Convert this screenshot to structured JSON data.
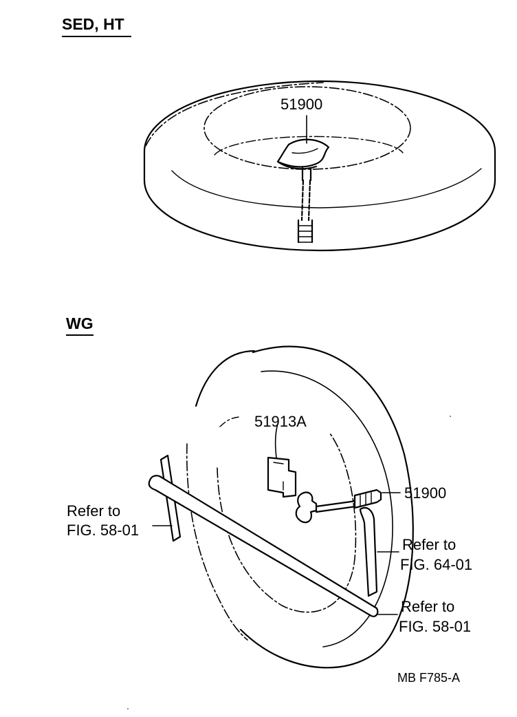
{
  "sections": {
    "top": {
      "title": "SED, HT"
    },
    "bottom": {
      "title": "WG"
    }
  },
  "callouts": {
    "top_part": "51900",
    "wg_part_a": "51913A",
    "wg_part_b": "51900",
    "ref_left": {
      "line1": "Refer to",
      "line2": "FIG. 58-01"
    },
    "ref_right_upper": {
      "line1": "Refer to",
      "line2": "FIG. 64-01"
    },
    "ref_right_lower": {
      "line1": "Refer to",
      "line2": "FIG. 58-01"
    }
  },
  "figure_code": "MB  F785-A"
}
